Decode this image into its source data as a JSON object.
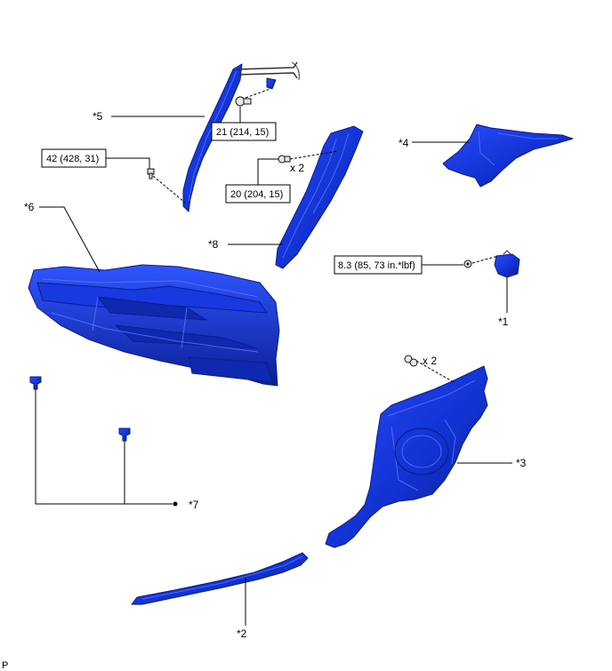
{
  "callouts": {
    "c1": "*1",
    "c2": "*2",
    "c3": "*3",
    "c4": "*4",
    "c5": "*5",
    "c6": "*6",
    "c7": "*7",
    "c8": "*8"
  },
  "torques": {
    "t21": "21 (214, 15)",
    "t42": "42 (428, 31)",
    "t20": "20 (204, 15)",
    "t83": "8.3 (85, 73 in.*lbf)"
  },
  "quantities": {
    "q_fasteners_upper": "x 2",
    "q_fasteners_lower": "x 2"
  },
  "corner_mark": "P",
  "colors": {
    "part_fill": "#1232d2",
    "part_stroke": "#0a1e8c",
    "highlight": "#5a78ff"
  }
}
